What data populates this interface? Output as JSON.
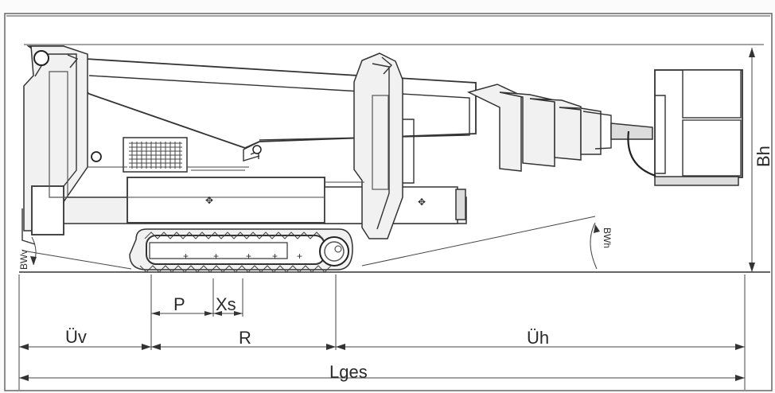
{
  "dimensions": {
    "Uv": "Üv",
    "R": "R",
    "Uh": "Üh",
    "Lges": "Lges",
    "P": "P",
    "Xs": "Xs",
    "Bh": "Bh",
    "BWv": "BWv",
    "BWh": "BWh"
  }
}
